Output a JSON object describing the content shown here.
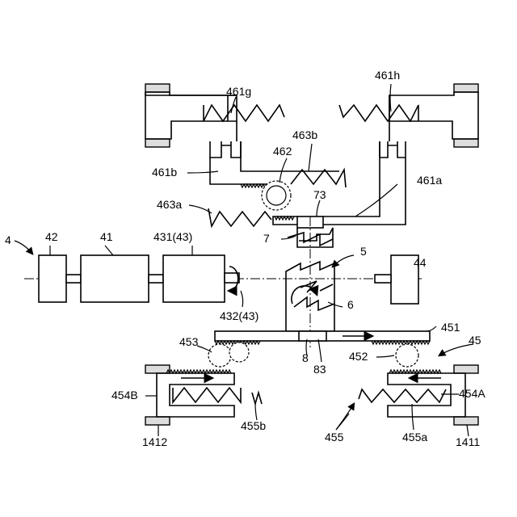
{
  "labels": {
    "l4": "4",
    "l42": "42",
    "l41": "41",
    "l431": "431(43)",
    "l432": "432(43)",
    "l44": "44",
    "l5": "5",
    "l6": "6",
    "l7": "7",
    "l73": "73",
    "l8": "8",
    "l83": "83",
    "l45": "45",
    "l451": "451",
    "l452": "452",
    "l453": "453",
    "l454A": "454A",
    "l454B": "454B",
    "l455": "455",
    "l455a": "455a",
    "l455b": "455b",
    "l1411": "1411",
    "l1412": "1412",
    "l461a": "461a",
    "l461b": "461b",
    "l461g": "461g",
    "l461h": "461h",
    "l462": "462",
    "l463a": "463a",
    "l463b": "463b"
  }
}
